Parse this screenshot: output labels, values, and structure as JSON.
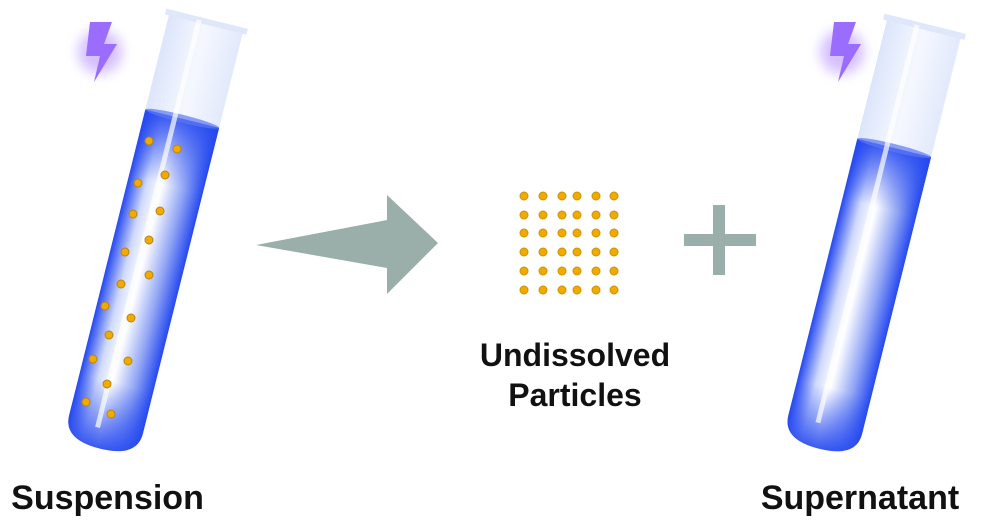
{
  "diagram": {
    "title": "Separation of suspension into undissolved particles and supernatant",
    "colors": {
      "liquid_blue": "#2f4cf0",
      "particle": "#f2a900",
      "particle_edge": "#b8860b",
      "arrow_gray": "#9aaeaa",
      "lightning": "#9b6dff",
      "glass": "#e6eefc"
    },
    "nodes": [
      {
        "id": "suspension",
        "label": "Suspension",
        "icon": "test-tube-with-particles-icon"
      },
      {
        "id": "undissolved",
        "label_line1": "Undissolved",
        "label_line2": "Particles",
        "icon": "particle-grid-icon",
        "grid": "6x6"
      },
      {
        "id": "supernatant",
        "label": "Supernatant",
        "icon": "test-tube-clear-icon"
      }
    ],
    "connectors": [
      {
        "type": "arrow",
        "from": "suspension",
        "to": "undissolved",
        "icon": "arrow-right-icon"
      },
      {
        "type": "plus",
        "between": [
          "undissolved",
          "supernatant"
        ],
        "icon": "plus-icon"
      }
    ],
    "decorations": [
      {
        "icon": "lightning-icon",
        "near": "suspension"
      },
      {
        "icon": "lightning-icon",
        "near": "supernatant"
      }
    ]
  }
}
